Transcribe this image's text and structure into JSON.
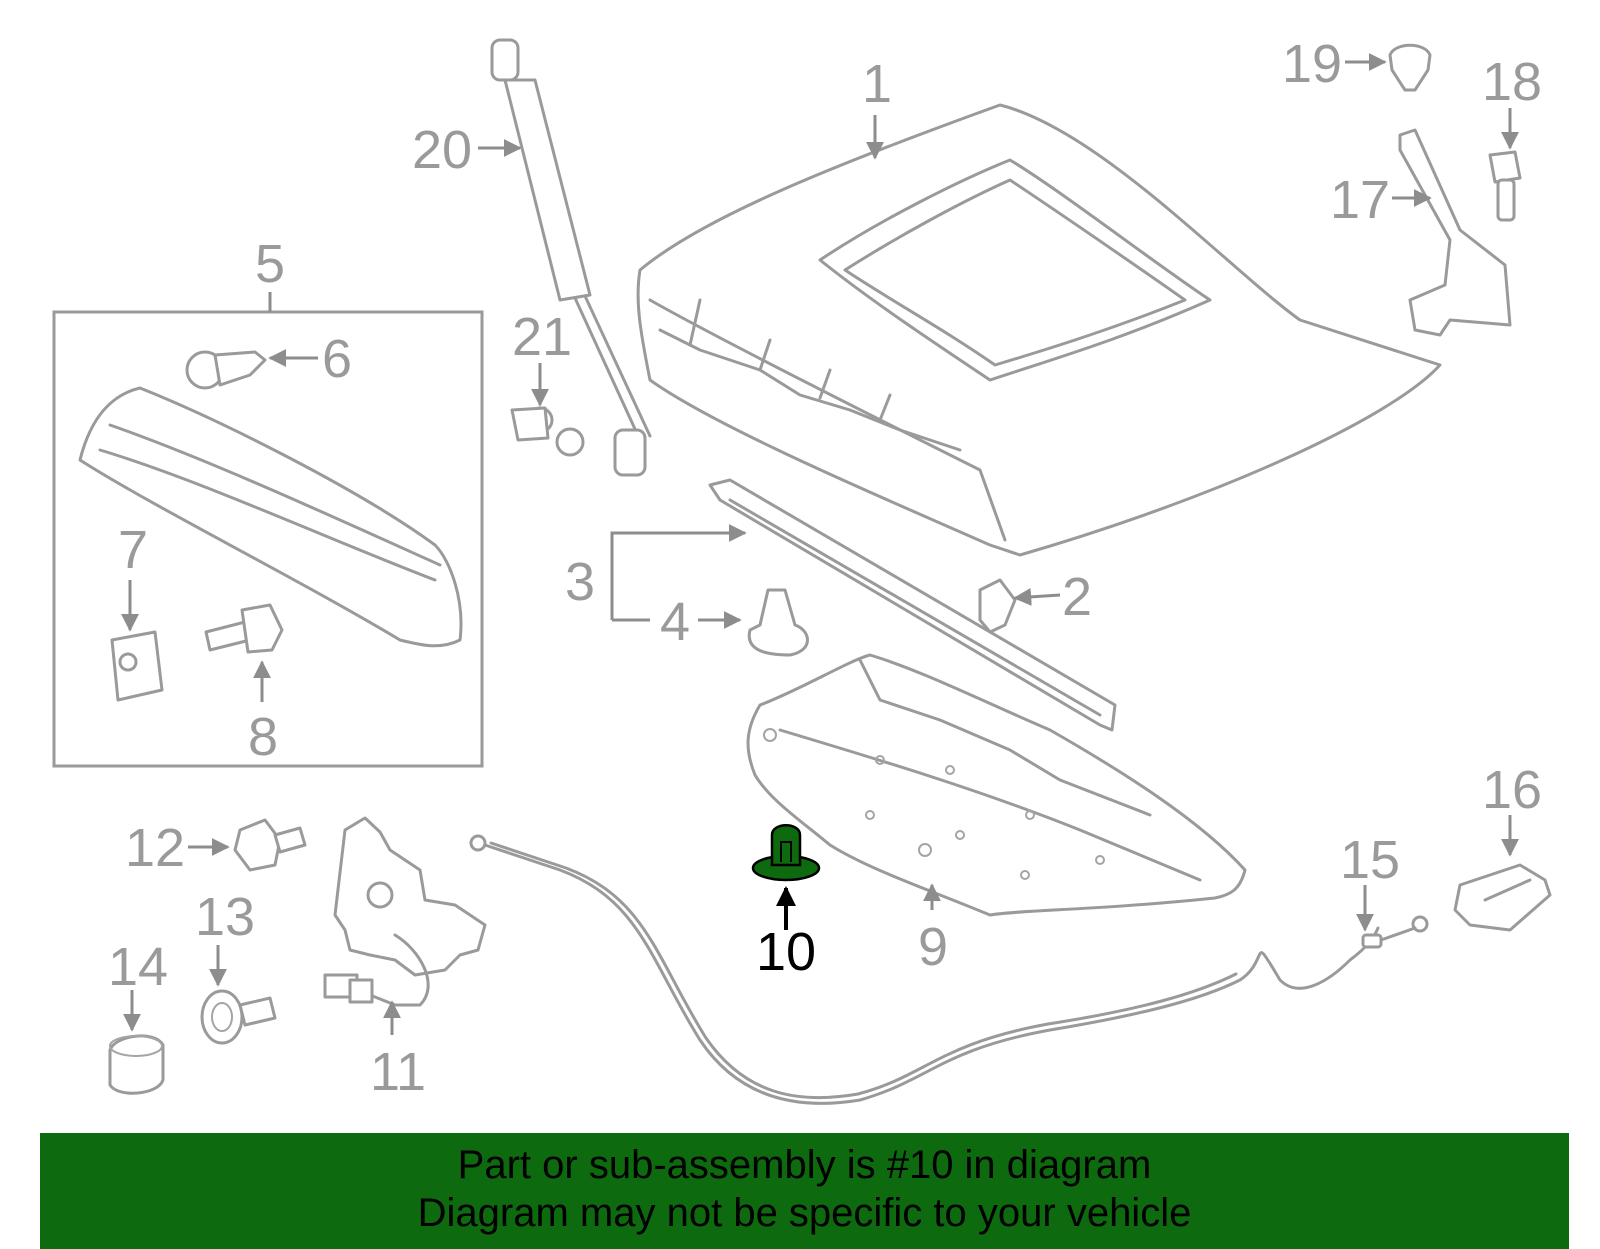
{
  "diagram": {
    "callouts": [
      "1",
      "2",
      "3",
      "4",
      "5",
      "6",
      "7",
      "8",
      "9",
      "10",
      "11",
      "12",
      "13",
      "14",
      "15",
      "16",
      "17",
      "18",
      "19",
      "20",
      "21"
    ],
    "highlighted_callout": "10",
    "colors": {
      "part_line": "#9a9a9a",
      "highlight_fill": "#0d6a0e",
      "highlight_text": "#000000",
      "banner_bg": "#0d6a0e"
    }
  },
  "banner": {
    "line1": "Part or sub-assembly is #10 in diagram",
    "line2": "Diagram may not be specific to your vehicle"
  }
}
